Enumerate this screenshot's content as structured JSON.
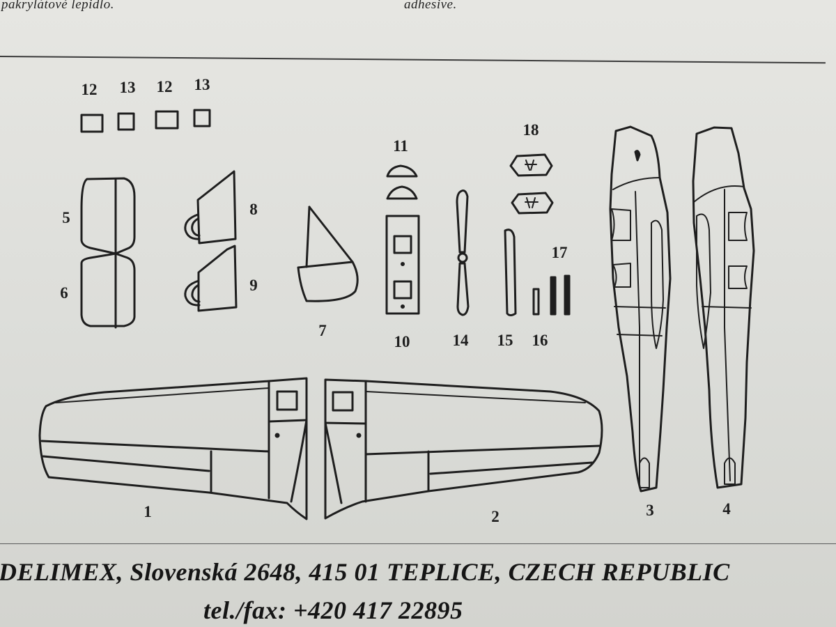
{
  "header": {
    "left_fragment": "pakrylátové lepidlo.",
    "right_fragment": "adhesive."
  },
  "part_labels": {
    "p1": "1",
    "p2": "2",
    "p3": "3",
    "p4": "4",
    "p5": "5",
    "p6": "6",
    "p7": "7",
    "p8": "8",
    "p9": "9",
    "p10": "10",
    "p11": "11",
    "p12a": "12",
    "p13a": "13",
    "p12b": "12",
    "p13b": "13",
    "p14": "14",
    "p15": "15",
    "p16": "16",
    "p17": "17",
    "p18": "18"
  },
  "footer": {
    "address": "DELIMEX, Slovenská 2648, 415 01 TEPLICE, CZECH REPUBLIC",
    "phone": "tel./fax: +420 417 22895"
  },
  "colors": {
    "ink": "#1e1e1e",
    "paper": "#e2e3df"
  }
}
